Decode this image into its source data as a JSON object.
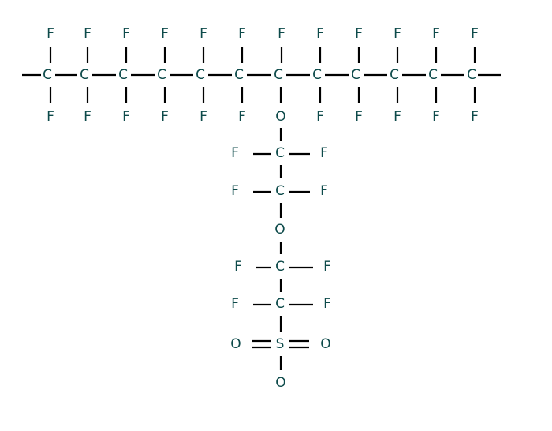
{
  "atoms": {
    "carbon": "C",
    "fluorine": "F",
    "oxygen": "O",
    "sulfur": "S"
  },
  "colors": {
    "atom_label": "#0d4a4a",
    "bond": "#000000",
    "background": "#ffffff"
  }
}
